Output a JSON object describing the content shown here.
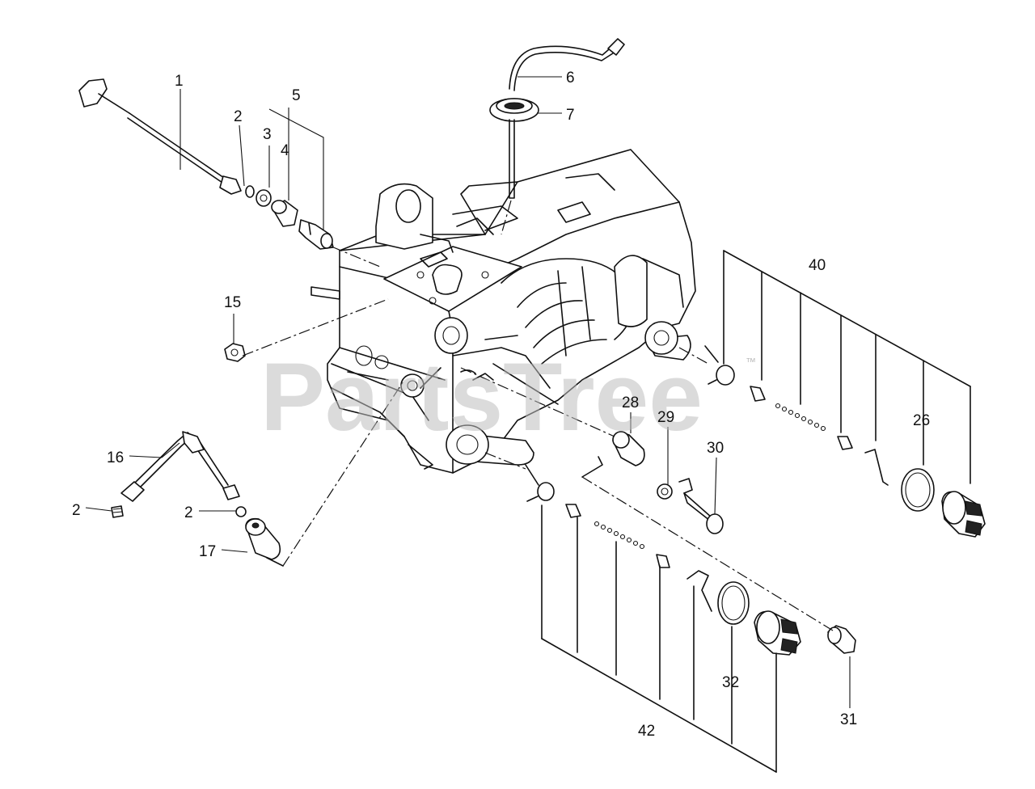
{
  "watermark": {
    "text": "PartsTree",
    "trademark": "™"
  },
  "callouts": {
    "c1": "1",
    "c2a": "2",
    "c3": "3",
    "c4": "4",
    "c5": "5",
    "c6": "6",
    "c7": "7",
    "c15": "15",
    "c16": "16",
    "c2b": "2",
    "c2c": "2",
    "c17": "17",
    "c28": "28",
    "c29": "29",
    "c30": "30",
    "c40": "40",
    "c26": "26",
    "c32": "32",
    "c31": "31",
    "c42": "42"
  },
  "colors": {
    "line": "#111111",
    "watermark": "#bdbdbd",
    "background": "#ffffff"
  }
}
